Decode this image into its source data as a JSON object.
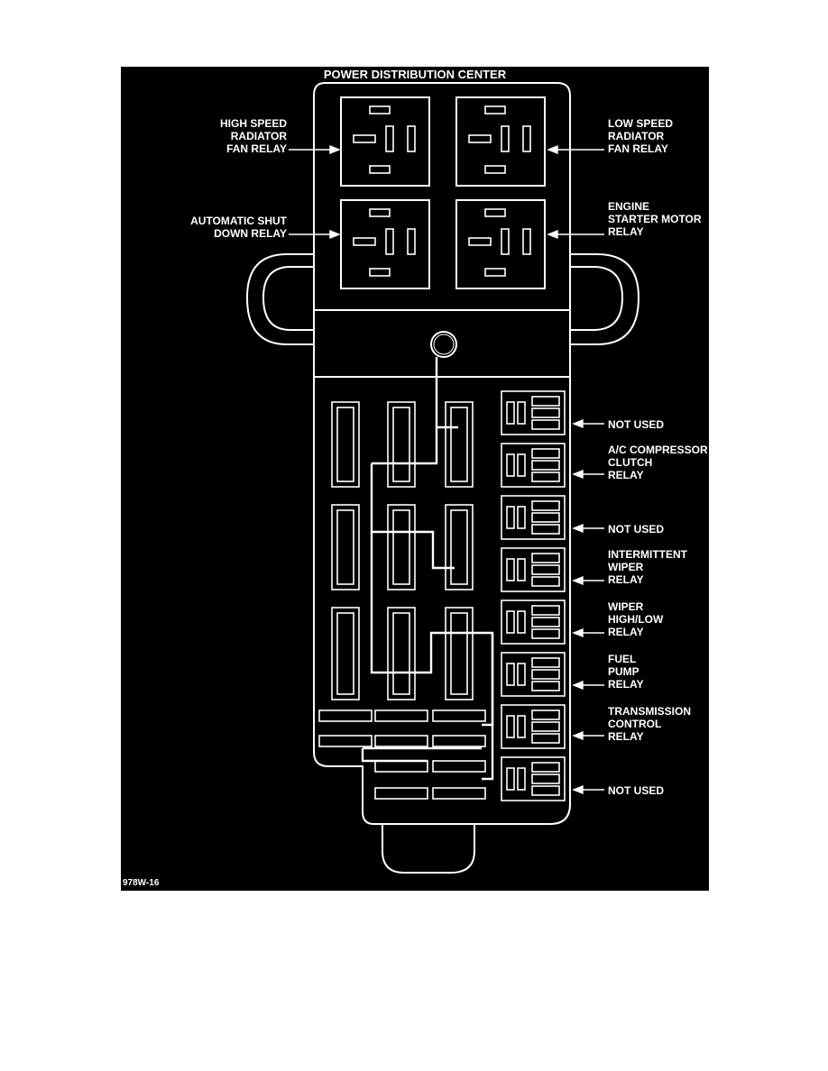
{
  "title": "POWER DISTRIBUTION CENTER",
  "figure_id": "978W-16",
  "colors": {
    "background": "#000000",
    "line": "#ffffff"
  },
  "labels_left": [
    {
      "id": "high-speed-radiator-fan-relay",
      "text": "HIGH SPEED\nRADIATOR\nFAN RELAY"
    },
    {
      "id": "automatic-shut-down-relay",
      "text": "AUTOMATIC SHUT\nDOWN RELAY"
    }
  ],
  "labels_right": [
    {
      "id": "low-speed-radiator-fan-relay",
      "text": "LOW SPEED\nRADIATOR\nFAN RELAY"
    },
    {
      "id": "engine-starter-motor-relay",
      "text": "ENGINE\nSTARTER MOTOR\nRELAY"
    },
    {
      "id": "not-used-1",
      "text": "NOT USED"
    },
    {
      "id": "ac-compressor-clutch-relay",
      "text": "A/C COMPRESSOR\nCLUTCH\nRELAY"
    },
    {
      "id": "not-used-2",
      "text": "NOT USED"
    },
    {
      "id": "intermittent-wiper-relay",
      "text": "INTERMITTENT\nWIPER\nRELAY"
    },
    {
      "id": "wiper-high-low-relay",
      "text": "WIPER\nHIGH/LOW\nRELAY"
    },
    {
      "id": "fuel-pump-relay",
      "text": "FUEL\nPUMP\nRELAY"
    },
    {
      "id": "transmission-control-relay",
      "text": "TRANSMISSION\nCONTROL\nRELAY"
    },
    {
      "id": "not-used-3",
      "text": "NOT USED"
    }
  ]
}
